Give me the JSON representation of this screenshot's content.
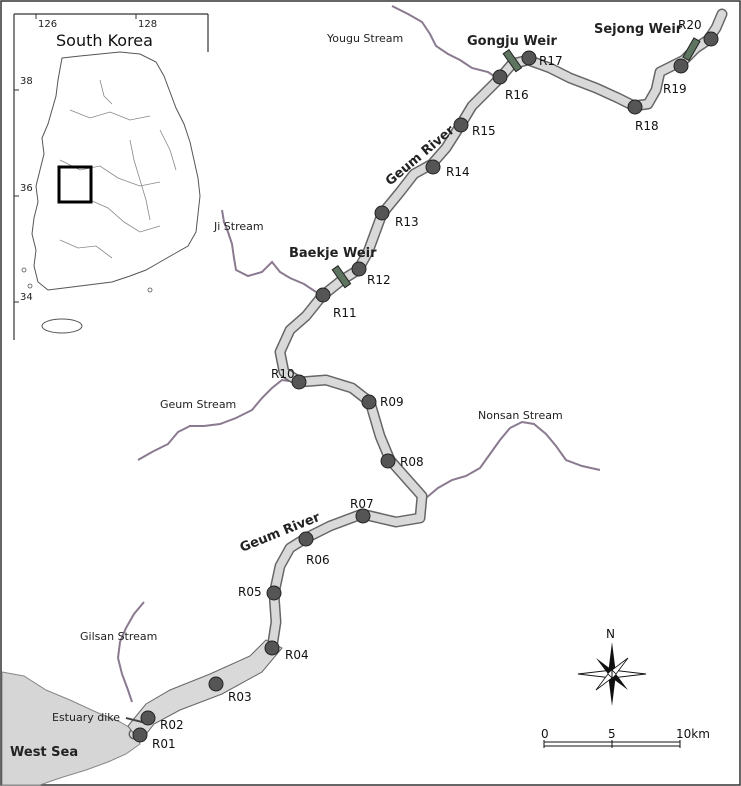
{
  "inset": {
    "title": "South Korea",
    "lon_ticks": [
      "126",
      "128"
    ],
    "lat_ticks": [
      "38",
      "36",
      "34"
    ]
  },
  "sea_label": "West Sea",
  "dike_label": "Estuary dike",
  "river_labels": [
    "Geum River",
    "Geum River"
  ],
  "weirs": [
    "Gongju Weir",
    "Sejong Weir",
    "Baekje Weir"
  ],
  "streams": [
    "Yougu Stream",
    "Ji Stream",
    "Geum Stream",
    "Nonsan Stream",
    "Gilsan Stream"
  ],
  "sites": [
    "R01",
    "R02",
    "R03",
    "R04",
    "R05",
    "R06",
    "R07",
    "R08",
    "R09",
    "R10",
    "R11",
    "R12",
    "R13",
    "R14",
    "R15",
    "R16",
    "R17",
    "R18",
    "R19",
    "R20"
  ],
  "north_label": "N",
  "scale": {
    "start": "0",
    "mid": "5",
    "end": "10km"
  },
  "colors": {
    "river_fill": "#d9d9d9",
    "river_edge": "#666666",
    "stream": "#8a7a90",
    "site": "#555555",
    "weir": "#5d7560",
    "sea": "#d6d6d6"
  }
}
